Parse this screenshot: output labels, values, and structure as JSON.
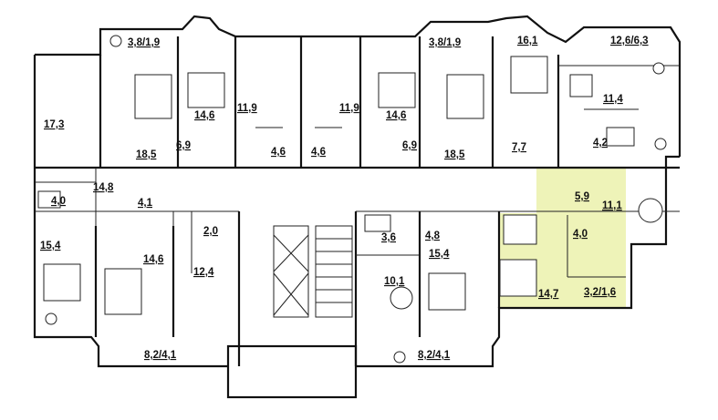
{
  "floor_plan": {
    "highlight_color": "#eef3b8",
    "room_areas": [
      "3,8/1,9",
      "3,8/1,9",
      "16,1",
      "12,6/6,3",
      "17,3",
      "14,6",
      "11,9",
      "11,9",
      "14,6",
      "11,4",
      "18,5",
      "6,9",
      "4,6",
      "4,6",
      "6,9",
      "18,5",
      "7,7",
      "4,2",
      "14,8",
      "4,0",
      "4,1",
      "5,9",
      "11,1",
      "2,0",
      "3,6",
      "4,8",
      "4,0",
      "15,4",
      "14,6",
      "12,4",
      "15,4",
      "10,1",
      "14,7",
      "3,2/1,6",
      "8,2/4,1",
      "8,2/4,1"
    ],
    "icons": [
      "plant-icon",
      "sofa-icon",
      "bed-icon",
      "table-icon",
      "bathtub-icon",
      "toilet-icon",
      "sink-icon",
      "stove-icon",
      "radiator-icon"
    ]
  }
}
